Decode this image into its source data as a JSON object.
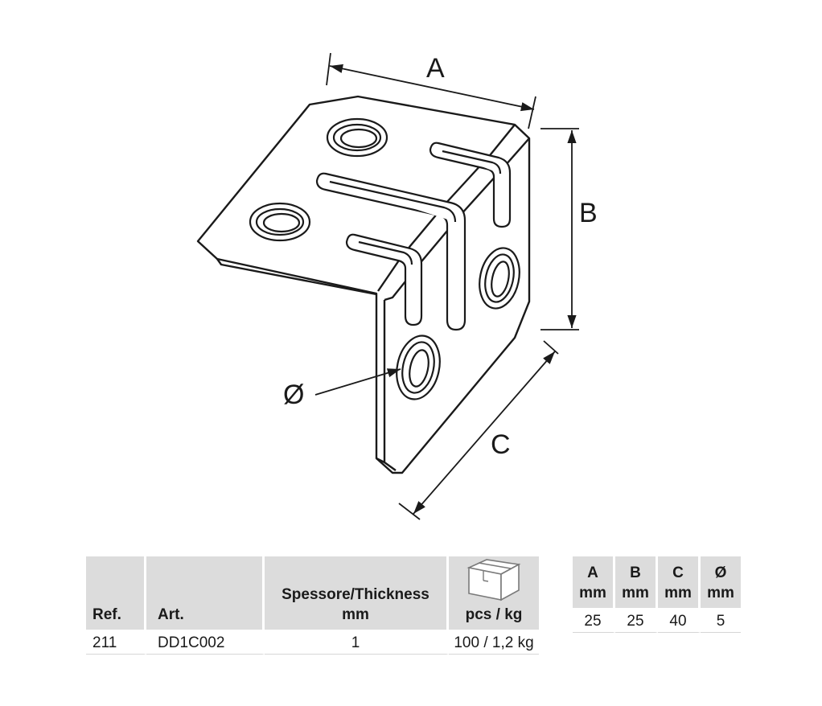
{
  "figure": {
    "dimension_labels": {
      "a": "A",
      "b": "B",
      "c": "C",
      "diameter": "Ø"
    }
  },
  "product_table": {
    "headers": {
      "ref": "Ref.",
      "art": "Art.",
      "thickness_line1": "Spessore/Thickness",
      "thickness_line2": "mm",
      "pack": "pcs / kg"
    },
    "pack_icon": "cardboard-box-icon",
    "row": {
      "ref": "211",
      "art": "DD1C002",
      "thickness": "1",
      "pack": "100 / 1,2 kg"
    }
  },
  "dimension_table": {
    "headers": [
      {
        "name": "A",
        "unit": "mm"
      },
      {
        "name": "B",
        "unit": "mm"
      },
      {
        "name": "C",
        "unit": "mm"
      },
      {
        "name": "Ø",
        "unit": "mm"
      }
    ],
    "values": [
      "25",
      "25",
      "40",
      "5"
    ]
  }
}
